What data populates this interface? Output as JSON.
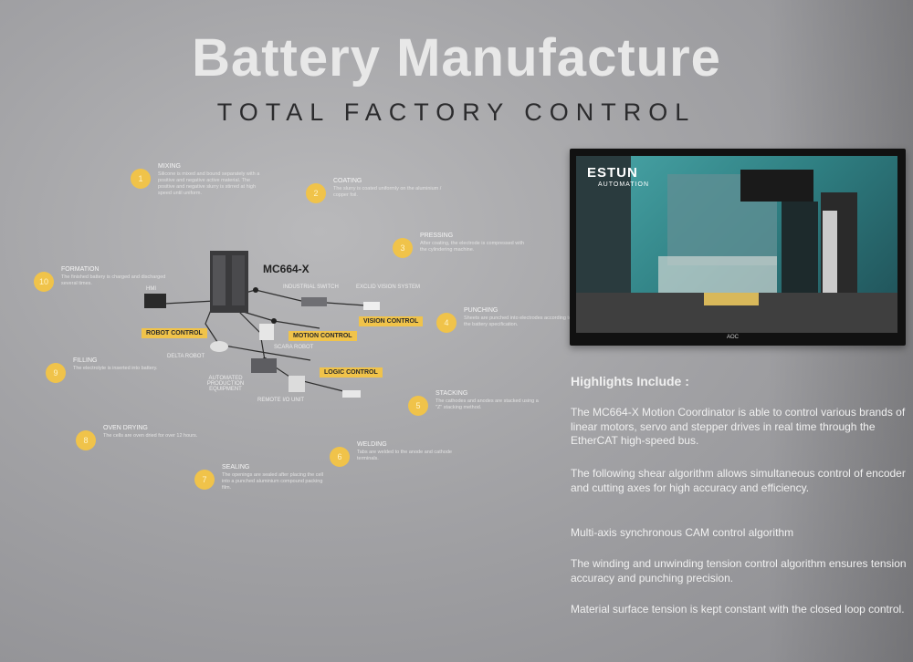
{
  "title": "Battery Manufacture",
  "subtitle": "TOTAL FACTORY CONTROL",
  "steps": [
    {
      "number": "1",
      "name": "MIXING",
      "desc": "Silicone is mixed and bound separately with a positive and negative active material. The positive and negative slurry is stirred at high speed until uniform."
    },
    {
      "number": "2",
      "name": "COATING",
      "desc": "The slurry is coated uniformly on the aluminium / copper foil."
    },
    {
      "number": "3",
      "name": "PRESSING",
      "desc": "After coating, the electrode is compressed with the cylindering machine."
    },
    {
      "number": "4",
      "name": "PUNCHING",
      "desc": "Sheets are punched into electrodes according to the battery specification."
    },
    {
      "number": "5",
      "name": "STACKING",
      "desc": "The cathodes and anodes are stacked using a \"Z\" stacking method."
    },
    {
      "number": "6",
      "name": "WELDING",
      "desc": "Tabs are welded to the anode and cathode terminals."
    },
    {
      "number": "7",
      "name": "SEALING",
      "desc": "The openings are sealed after placing the cell into a punched aluminium compound packing film."
    },
    {
      "number": "8",
      "name": "OVEN DRYING",
      "desc": "The cells are oven dried for over 12 hours."
    },
    {
      "number": "9",
      "name": "FILLING",
      "desc": "The electrolyte is inserted into battery."
    },
    {
      "number": "10",
      "name": "FORMATION",
      "desc": "The finished battery is charged and discharged several times."
    }
  ],
  "diagram": {
    "controller": "MC664-X",
    "labels": {
      "hmi": "HMI",
      "switch": "INDUSTRIAL SWITCH",
      "vision_system": "EXCLID VISION SYSTEM",
      "scara": "SCARA ROBOT",
      "delta": "DELTA ROBOT",
      "automated": "AUTOMATED PRODUCTION EQUIPMENT",
      "remote_io": "REMOTE I/O UNIT"
    },
    "tags": {
      "robot": "ROBOT CONTROL",
      "motion": "MOTION CONTROL",
      "vision": "VISION CONTROL",
      "logic": "LOGIC CONTROL"
    }
  },
  "monitor": {
    "logo": "ESTUN",
    "logo_sub": "AUTOMATION",
    "brand": "AOC"
  },
  "highlights": {
    "title": "Highlights Include :",
    "items": [
      "The MC664-X Motion Coordinator is able to control various brands of linear motors, servo and stepper drives in real time through the EtherCAT high-speed bus.",
      "The following shear algorithm allows simultaneous control of encoder and cutting axes for high accuracy and efficiency.",
      "Multi-axis synchronous CAM control algorithm",
      "The winding and unwinding tension control algorithm ensures tension accuracy and punching precision.",
      "Material surface tension is kept constant with the closed loop control."
    ]
  },
  "colors": {
    "accent": "#f0c34a",
    "wall": "#a3a3a6",
    "title": "#e8e8e8"
  }
}
